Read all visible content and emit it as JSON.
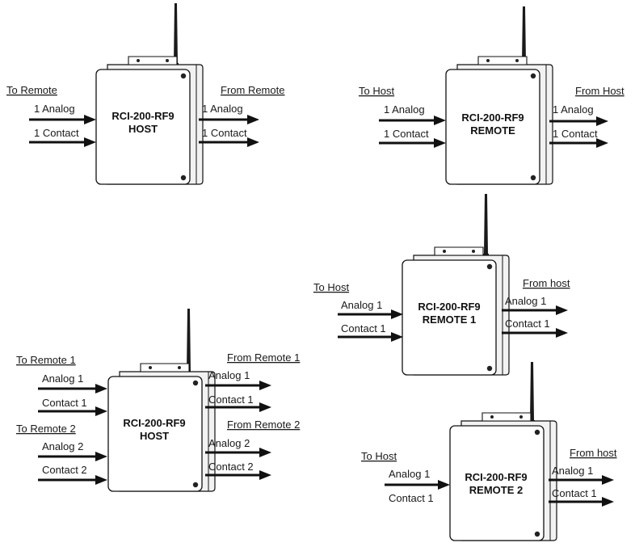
{
  "diagrams": [
    {
      "device": {
        "line1": "RCI-200-RF9",
        "line2": "HOST"
      },
      "inputs": {
        "header": "To Remote",
        "signals": [
          {
            "label": "1 Analog"
          },
          {
            "label": "1 Contact"
          }
        ]
      },
      "outputs": {
        "header": "From Remote",
        "signals": [
          {
            "label": "1 Analog"
          },
          {
            "label": "1 Contact"
          }
        ]
      }
    },
    {
      "device": {
        "line1": "RCI-200-RF9",
        "line2": "REMOTE"
      },
      "inputs": {
        "header": "To Host",
        "signals": [
          {
            "label": "1 Analog"
          },
          {
            "label": "1 Contact"
          }
        ]
      },
      "outputs": {
        "header": "From Host",
        "signals": [
          {
            "label": "1 Analog"
          },
          {
            "label": "1 Contact"
          }
        ]
      }
    },
    {
      "device": {
        "line1": "RCI-200-RF9",
        "line2": "HOST"
      },
      "input_groups": [
        {
          "header": "To Remote 1",
          "signals": [
            {
              "label": "Analog 1"
            },
            {
              "label": "Contact 1"
            }
          ]
        },
        {
          "header": "To Remote 2",
          "signals": [
            {
              "label": "Analog 2"
            },
            {
              "label": "Contact 2"
            }
          ]
        }
      ],
      "output_groups": [
        {
          "header": "From Remote 1",
          "signals": [
            {
              "label": "Analog 1"
            },
            {
              "label": "Contact 1"
            }
          ]
        },
        {
          "header": "From Remote 2",
          "signals": [
            {
              "label": "Analog 2"
            },
            {
              "label": "Contact 2"
            }
          ]
        }
      ]
    },
    {
      "device": {
        "line1": "RCI-200-RF9",
        "line2": "REMOTE 1"
      },
      "inputs": {
        "header": "To Host",
        "signals": [
          {
            "label": "Analog 1"
          },
          {
            "label": "Contact 1"
          }
        ]
      },
      "outputs": {
        "header": "From host",
        "signals": [
          {
            "label": "Analog 1"
          },
          {
            "label": "Contact 1"
          }
        ]
      }
    },
    {
      "device": {
        "line1": "RCI-200-RF9",
        "line2": "REMOTE 2"
      },
      "inputs": {
        "header": "To Host",
        "signals": [
          {
            "label": "Analog 1"
          },
          {
            "label": "Contact 1"
          }
        ]
      },
      "outputs": {
        "header": "From host",
        "signals": [
          {
            "label": "Analog 1"
          },
          {
            "label": "Contact 1"
          }
        ]
      }
    }
  ]
}
